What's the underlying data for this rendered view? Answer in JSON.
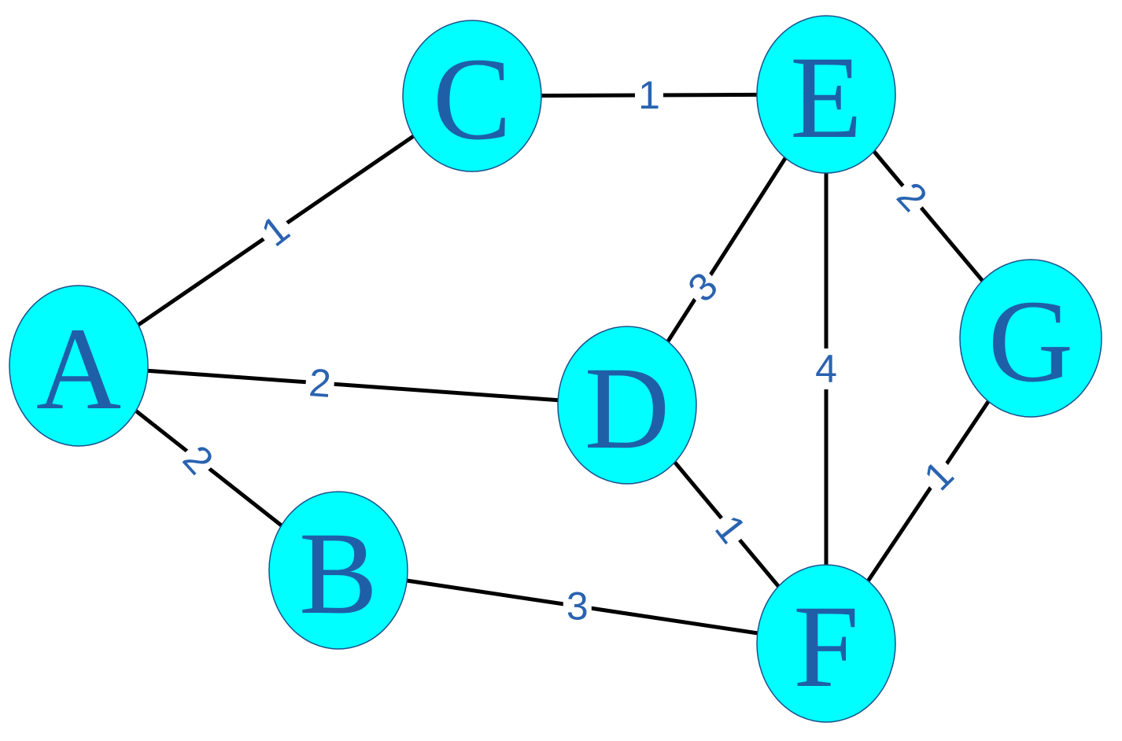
{
  "colors": {
    "node_fill": "#00ffff",
    "node_label": "#1f5fa8",
    "weight_label": "#2a63b0",
    "edge": "#000000",
    "background": "#ffffff"
  },
  "nodes": [
    {
      "id": "A",
      "label": "A"
    },
    {
      "id": "B",
      "label": "B"
    },
    {
      "id": "C",
      "label": "C"
    },
    {
      "id": "D",
      "label": "D"
    },
    {
      "id": "E",
      "label": "E"
    },
    {
      "id": "F",
      "label": "F"
    },
    {
      "id": "G",
      "label": "G"
    }
  ],
  "edges": [
    {
      "from": "A",
      "to": "C",
      "weight": "1"
    },
    {
      "from": "C",
      "to": "E",
      "weight": "1"
    },
    {
      "from": "A",
      "to": "D",
      "weight": "2"
    },
    {
      "from": "A",
      "to": "B",
      "weight": "2"
    },
    {
      "from": "B",
      "to": "F",
      "weight": "3"
    },
    {
      "from": "D",
      "to": "E",
      "weight": "3"
    },
    {
      "from": "D",
      "to": "F",
      "weight": "1"
    },
    {
      "from": "E",
      "to": "F",
      "weight": "4"
    },
    {
      "from": "E",
      "to": "G",
      "weight": "2"
    },
    {
      "from": "G",
      "to": "F",
      "weight": "1"
    }
  ]
}
